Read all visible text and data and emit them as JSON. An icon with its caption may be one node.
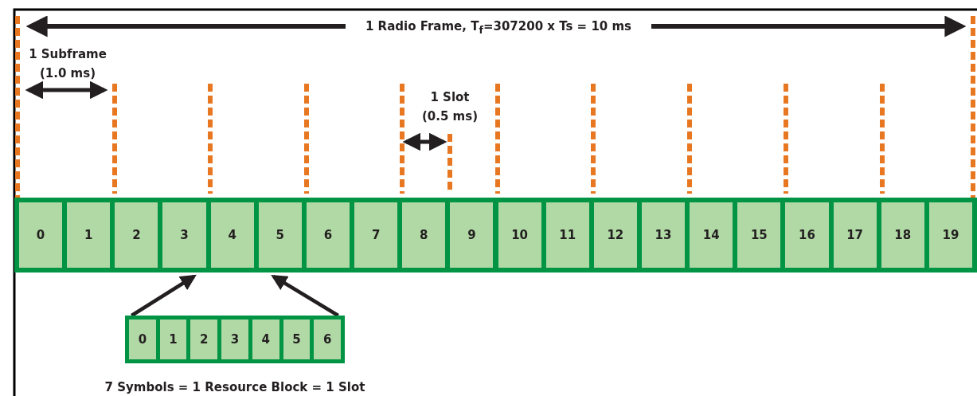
{
  "diagram": {
    "nodes": [
      {
        "text": [],
        "shape": "bar"
      },
      {
        "text": [
          "0"
        ],
        "in": 0
      },
      {
        "text": [
          "1"
        ],
        "in": 0
      },
      {
        "text": [
          "2"
        ],
        "in": 0
      },
      {
        "text": [
          "3"
        ],
        "in": 0
      },
      {
        "text": [
          "4"
        ],
        "in": 0
      },
      {
        "text": [
          "5"
        ],
        "in": 0
      },
      {
        "text": [
          "6"
        ],
        "in": 0
      },
      {
        "text": [
          "7"
        ],
        "in": 0
      },
      {
        "text": [
          "8"
        ],
        "in": 0
      },
      {
        "text": [
          "9"
        ],
        "in": 0
      },
      {
        "text": [
          "10"
        ],
        "in": 0
      },
      {
        "text": [
          "11"
        ],
        "in": 0
      },
      {
        "text": [
          "12"
        ],
        "in": 0
      },
      {
        "text": [
          "13"
        ],
        "in": 0
      },
      {
        "text": [
          "14"
        ],
        "in": 0
      },
      {
        "text": [
          "15"
        ],
        "in": 0
      },
      {
        "text": [
          "16"
        ],
        "in": 0
      },
      {
        "text": [
          "17"
        ],
        "in": 0
      },
      {
        "text": [
          "18"
        ],
        "in": 0
      },
      {
        "text": [
          "19"
        ],
        "in": 0
      },
      {
        "text": [],
        "shape": "bar",
        "beside": [
          "7 Symbols = 1 Resource Block = 1 Slot"
        ]
      },
      {
        "text": [
          "0"
        ],
        "in": 21
      },
      {
        "text": [
          "1"
        ],
        "in": 21
      },
      {
        "text": [
          "2"
        ],
        "in": 21
      },
      {
        "text": [
          "3"
        ],
        "in": 21
      },
      {
        "text": [
          "4"
        ],
        "in": 21
      },
      {
        "text": [
          "5"
        ],
        "in": 21
      },
      {
        "text": [
          "6"
        ],
        "in": 21
      }
    ],
    "edges": [
      {
        "from": 21,
        "to": 4,
        "arrow": "to"
      },
      {
        "from": 21,
        "to": 6,
        "arrow": "to"
      }
    ],
    "labels": [
      "1 Radio Frame, T$_{f}$=307200 x Ts = 10 ms",
      "1 Subframe (1.0 ms)",
      "1 Slot (0.5 ms)"
    ]
  }
}
